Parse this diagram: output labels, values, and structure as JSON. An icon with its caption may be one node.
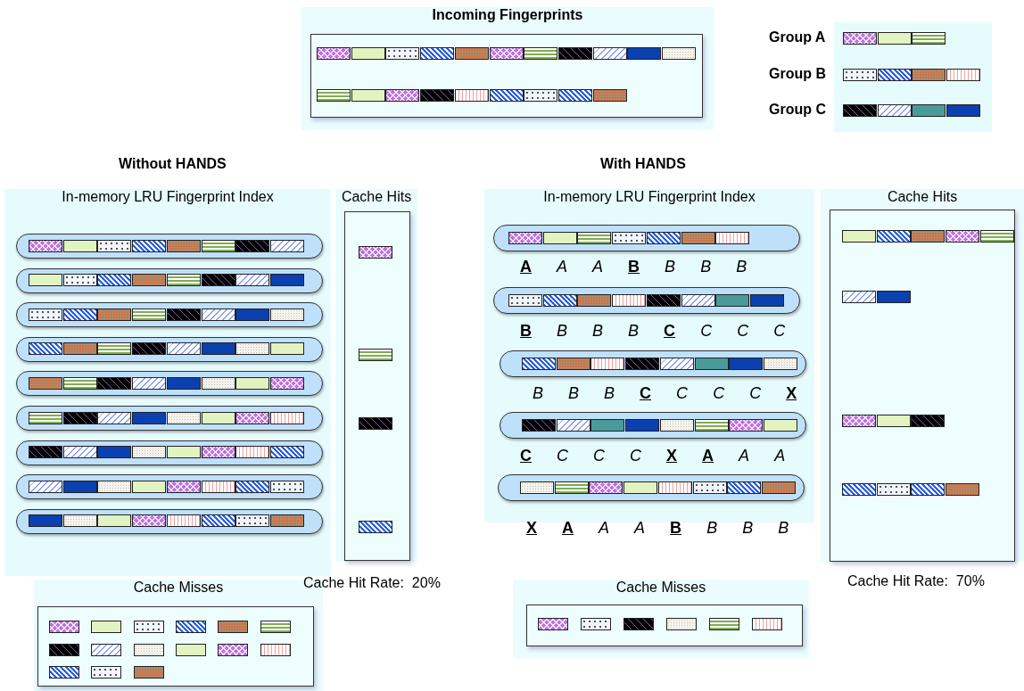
{
  "diagram": {
    "nodes": [
      {
        "text": [
          "Incoming Fingerprints"
        ]
      },
      {
        "text": [
          "In-memory LRU Fingerprint Index"
        ]
      },
      {
        "text": [
          "Cache Hits"
        ]
      },
      {
        "text": [
          "Cache Misses"
        ]
      },
      {
        "text": [
          "In-memory LRU Fingerprint Index"
        ]
      },
      {
        "text": [
          "Cache Hits"
        ]
      },
      {
        "text": [
          "Cache Misses"
        ]
      }
    ],
    "edges": [],
    "labels": [
      "Group A",
      "Group B",
      "Group C",
      "Without HANDS",
      "With HANDS",
      "**A** *A* *A* **B** *B* *B* *B*",
      "**B** *B* *B* *B* **C** *C* *C* *C*",
      "*B* *B* *B* **C** *C* *C* *C* **X**",
      "**C** *C* *C* *C* **X** **A** *A* *A*",
      "**X** **A** *A* *A* **B** *B* *B* *B*",
      "Cache Hit Rate:  20%",
      "Cache Hit Rate:  70%"
    ]
  }
}
